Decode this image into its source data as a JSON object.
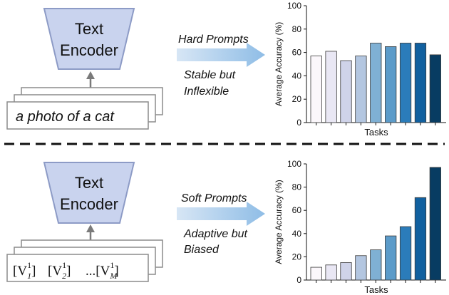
{
  "top": {
    "encoder": {
      "line1": "Text",
      "line2": "Encoder"
    },
    "prompt_text": "a photo of a cat",
    "arrow_label": "Hard Prompts",
    "desc_line1": "Stable but",
    "desc_line2": "Inflexible"
  },
  "bottom": {
    "encoder": {
      "line1": "Text",
      "line2": "Encoder"
    },
    "arrow_label": "Soft Prompts",
    "desc_line1": "Adaptive but",
    "desc_line2": "Biased",
    "tokens": [
      {
        "base": "[V",
        "sub": "1",
        "sup": "1",
        "close": "]"
      },
      {
        "base": "[V",
        "sub": "2",
        "sup": "1",
        "close": "]"
      },
      {
        "base": "...[V",
        "sub": "M",
        "sup": "1",
        "close": "]"
      }
    ]
  },
  "chart_data": [
    {
      "type": "bar",
      "xlabel": "Tasks",
      "ylabel": "Average Accuracy (%)",
      "ylim": [
        0,
        100
      ],
      "yticks": [
        "0",
        "20",
        "40",
        "60",
        "80",
        "100"
      ],
      "values": [
        57,
        61,
        53,
        57,
        68,
        65,
        68,
        68,
        58
      ],
      "colors": [
        "#fbf7fb",
        "#e9e7f4",
        "#cfd3e9",
        "#b3c6e0",
        "#7fb0d4",
        "#5c9bc9",
        "#2b7cba",
        "#11609f",
        "#083c62"
      ]
    },
    {
      "type": "bar",
      "xlabel": "Tasks",
      "ylabel": "Average Accuracy (%)",
      "ylim": [
        0,
        100
      ],
      "yticks": [
        "0",
        "20",
        "40",
        "60",
        "80",
        "100"
      ],
      "values": [
        11,
        13,
        15,
        21,
        26,
        38,
        46,
        71,
        97
      ],
      "colors": [
        "#fbf7fb",
        "#e9e7f4",
        "#cfd3e9",
        "#b3c6e0",
        "#7fb0d4",
        "#5c9bc9",
        "#2b7cba",
        "#11609f",
        "#083c62"
      ]
    }
  ]
}
